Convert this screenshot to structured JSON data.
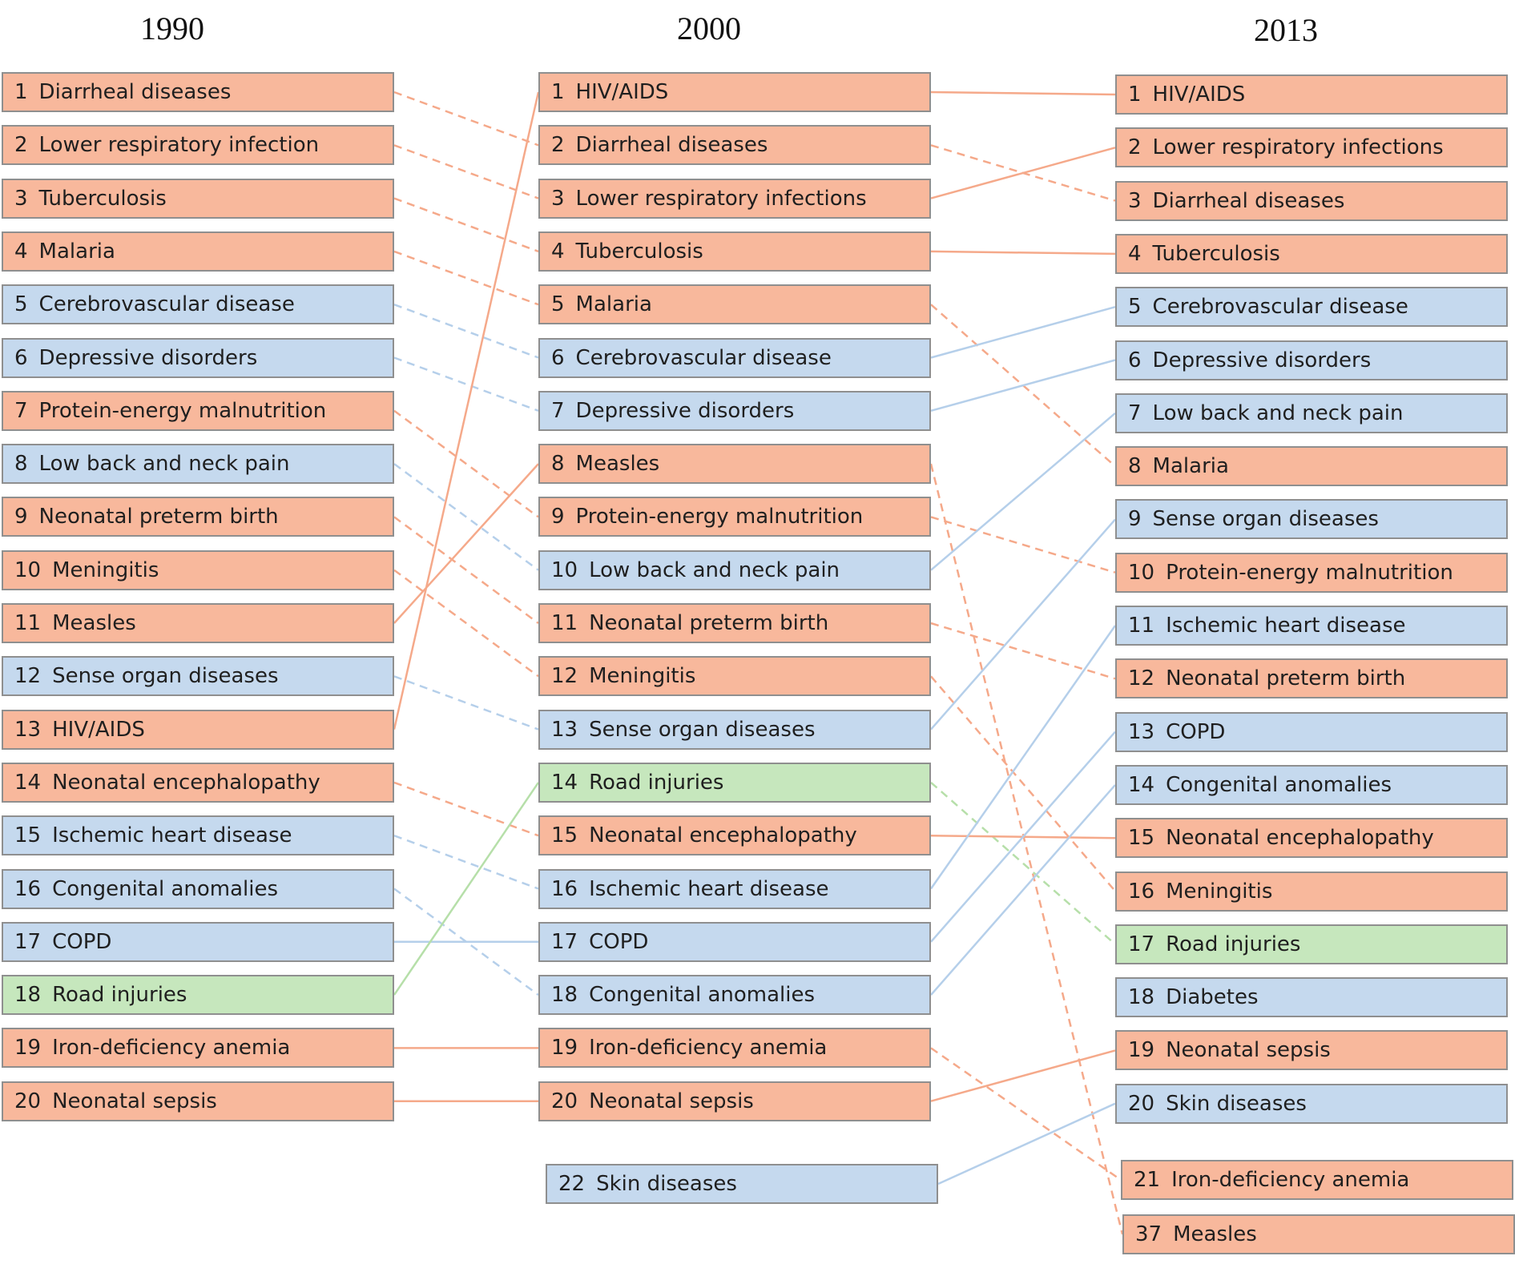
{
  "years": [
    "1990",
    "2000",
    "2013"
  ],
  "colors": {
    "orange": "#f8b89c",
    "blue": "#c5d9ee",
    "green": "#c6e7bd",
    "border": "#8f8f8f"
  },
  "columns": [
    {
      "year": "1990",
      "items": [
        {
          "rank": "1",
          "label": "Diarrheal diseases",
          "color": "orange"
        },
        {
          "rank": "2",
          "label": "Lower respiratory infection",
          "color": "orange"
        },
        {
          "rank": "3",
          "label": "Tuberculosis",
          "color": "orange"
        },
        {
          "rank": "4",
          "label": "Malaria",
          "color": "orange"
        },
        {
          "rank": "5",
          "label": "Cerebrovascular disease",
          "color": "blue"
        },
        {
          "rank": "6",
          "label": "Depressive disorders",
          "color": "blue"
        },
        {
          "rank": "7",
          "label": "Protein-energy malnutrition",
          "color": "orange"
        },
        {
          "rank": "8",
          "label": "Low back and neck pain",
          "color": "blue"
        },
        {
          "rank": "9",
          "label": "Neonatal preterm birth",
          "color": "orange"
        },
        {
          "rank": "10",
          "label": "Meningitis",
          "color": "orange"
        },
        {
          "rank": "11",
          "label": "Measles",
          "color": "orange"
        },
        {
          "rank": "12",
          "label": "Sense organ diseases",
          "color": "blue"
        },
        {
          "rank": "13",
          "label": "HIV/AIDS",
          "color": "orange"
        },
        {
          "rank": "14",
          "label": "Neonatal encephalopathy",
          "color": "orange"
        },
        {
          "rank": "15",
          "label": "Ischemic heart disease",
          "color": "blue"
        },
        {
          "rank": "16",
          "label": "Congenital anomalies",
          "color": "blue"
        },
        {
          "rank": "17",
          "label": "COPD",
          "color": "blue"
        },
        {
          "rank": "18",
          "label": "Road injuries",
          "color": "green"
        },
        {
          "rank": "19",
          "label": "Iron-deficiency anemia",
          "color": "orange"
        },
        {
          "rank": "20",
          "label": "Neonatal sepsis",
          "color": "orange"
        }
      ]
    },
    {
      "year": "2000",
      "items": [
        {
          "rank": "1",
          "label": "HIV/AIDS",
          "color": "orange"
        },
        {
          "rank": "2",
          "label": "Diarrheal diseases",
          "color": "orange"
        },
        {
          "rank": "3",
          "label": "Lower respiratory infections",
          "color": "orange"
        },
        {
          "rank": "4",
          "label": "Tuberculosis",
          "color": "orange"
        },
        {
          "rank": "5",
          "label": "Malaria",
          "color": "orange"
        },
        {
          "rank": "6",
          "label": "Cerebrovascular disease",
          "color": "blue"
        },
        {
          "rank": "7",
          "label": "Depressive disorders",
          "color": "blue"
        },
        {
          "rank": "8",
          "label": "Measles",
          "color": "orange"
        },
        {
          "rank": "9",
          "label": "Protein-energy malnutrition",
          "color": "orange"
        },
        {
          "rank": "10",
          "label": "Low back and neck pain",
          "color": "blue"
        },
        {
          "rank": "11",
          "label": "Neonatal preterm birth",
          "color": "orange"
        },
        {
          "rank": "12",
          "label": "Meningitis",
          "color": "orange"
        },
        {
          "rank": "13",
          "label": "Sense organ diseases",
          "color": "blue"
        },
        {
          "rank": "14",
          "label": "Road injuries",
          "color": "green"
        },
        {
          "rank": "15",
          "label": "Neonatal encephalopathy",
          "color": "orange"
        },
        {
          "rank": "16",
          "label": "Ischemic heart disease",
          "color": "blue"
        },
        {
          "rank": "17",
          "label": "COPD",
          "color": "blue"
        },
        {
          "rank": "18",
          "label": "Congenital anomalies",
          "color": "blue"
        },
        {
          "rank": "19",
          "label": "Iron-deficiency anemia",
          "color": "orange"
        },
        {
          "rank": "20",
          "label": "Neonatal sepsis",
          "color": "orange"
        },
        {
          "rank": "22",
          "label": "Skin diseases",
          "color": "blue"
        }
      ]
    },
    {
      "year": "2013",
      "items": [
        {
          "rank": "1",
          "label": "HIV/AIDS",
          "color": "orange"
        },
        {
          "rank": "2",
          "label": "Lower respiratory infections",
          "color": "orange"
        },
        {
          "rank": "3",
          "label": "Diarrheal diseases",
          "color": "orange"
        },
        {
          "rank": "4",
          "label": "Tuberculosis",
          "color": "orange"
        },
        {
          "rank": "5",
          "label": "Cerebrovascular disease",
          "color": "blue"
        },
        {
          "rank": "6",
          "label": "Depressive disorders",
          "color": "blue"
        },
        {
          "rank": "7",
          "label": "Low back and neck pain",
          "color": "blue"
        },
        {
          "rank": "8",
          "label": "Malaria",
          "color": "orange"
        },
        {
          "rank": "9",
          "label": "Sense organ diseases",
          "color": "blue"
        },
        {
          "rank": "10",
          "label": "Protein-energy malnutrition",
          "color": "orange"
        },
        {
          "rank": "11",
          "label": "Ischemic heart disease",
          "color": "blue"
        },
        {
          "rank": "12",
          "label": "Neonatal preterm birth",
          "color": "orange"
        },
        {
          "rank": "13",
          "label": "COPD",
          "color": "blue"
        },
        {
          "rank": "14",
          "label": "Congenital anomalies",
          "color": "blue"
        },
        {
          "rank": "15",
          "label": "Neonatal encephalopathy",
          "color": "orange"
        },
        {
          "rank": "16",
          "label": "Meningitis",
          "color": "orange"
        },
        {
          "rank": "17",
          "label": "Road injuries",
          "color": "green"
        },
        {
          "rank": "18",
          "label": "Diabetes",
          "color": "blue"
        },
        {
          "rank": "19",
          "label": "Neonatal sepsis",
          "color": "orange"
        },
        {
          "rank": "20",
          "label": "Skin diseases",
          "color": "blue"
        },
        {
          "rank": "21",
          "label": "Iron-deficiency anemia",
          "color": "orange"
        },
        {
          "rank": "37",
          "label": "Measles",
          "color": "orange"
        }
      ]
    }
  ],
  "connections": {
    "1990_to_2000": [
      {
        "from": 1,
        "to": 2,
        "style": "dashed"
      },
      {
        "from": 2,
        "to": 3,
        "style": "dashed"
      },
      {
        "from": 3,
        "to": 4,
        "style": "dashed"
      },
      {
        "from": 4,
        "to": 5,
        "style": "dashed"
      },
      {
        "from": 5,
        "to": 6,
        "style": "dashed"
      },
      {
        "from": 6,
        "to": 7,
        "style": "dashed"
      },
      {
        "from": 7,
        "to": 9,
        "style": "dashed"
      },
      {
        "from": 8,
        "to": 10,
        "style": "dashed"
      },
      {
        "from": 9,
        "to": 11,
        "style": "dashed"
      },
      {
        "from": 10,
        "to": 12,
        "style": "dashed"
      },
      {
        "from": 11,
        "to": 8,
        "style": "solid"
      },
      {
        "from": 12,
        "to": 13,
        "style": "dashed"
      },
      {
        "from": 13,
        "to": 1,
        "style": "solid"
      },
      {
        "from": 14,
        "to": 15,
        "style": "dashed"
      },
      {
        "from": 15,
        "to": 16,
        "style": "dashed"
      },
      {
        "from": 16,
        "to": 18,
        "style": "dashed"
      },
      {
        "from": 17,
        "to": 17,
        "style": "solid"
      },
      {
        "from": 18,
        "to": 14,
        "style": "solid"
      },
      {
        "from": 19,
        "to": 19,
        "style": "solid"
      },
      {
        "from": 20,
        "to": 20,
        "style": "solid"
      }
    ],
    "2000_to_2013": [
      {
        "from": 1,
        "to": 1,
        "style": "solid"
      },
      {
        "from": 2,
        "to": 3,
        "style": "dashed"
      },
      {
        "from": 3,
        "to": 2,
        "style": "solid"
      },
      {
        "from": 4,
        "to": 4,
        "style": "solid"
      },
      {
        "from": 5,
        "to": 8,
        "style": "dashed"
      },
      {
        "from": 6,
        "to": 5,
        "style": "solid"
      },
      {
        "from": 7,
        "to": 6,
        "style": "solid"
      },
      {
        "from": 8,
        "to": 37,
        "style": "dashed"
      },
      {
        "from": 9,
        "to": 10,
        "style": "dashed"
      },
      {
        "from": 10,
        "to": 7,
        "style": "solid"
      },
      {
        "from": 11,
        "to": 12,
        "style": "dashed"
      },
      {
        "from": 12,
        "to": 16,
        "style": "dashed"
      },
      {
        "from": 13,
        "to": 9,
        "style": "solid"
      },
      {
        "from": 14,
        "to": 17,
        "style": "dashed"
      },
      {
        "from": 15,
        "to": 15,
        "style": "solid"
      },
      {
        "from": 16,
        "to": 11,
        "style": "solid"
      },
      {
        "from": 17,
        "to": 13,
        "style": "solid"
      },
      {
        "from": 18,
        "to": 14,
        "style": "solid"
      },
      {
        "from": 19,
        "to": 21,
        "style": "dashed"
      },
      {
        "from": 20,
        "to": 19,
        "style": "solid"
      },
      {
        "from": 22,
        "to": 20,
        "style": "solid"
      }
    ]
  }
}
